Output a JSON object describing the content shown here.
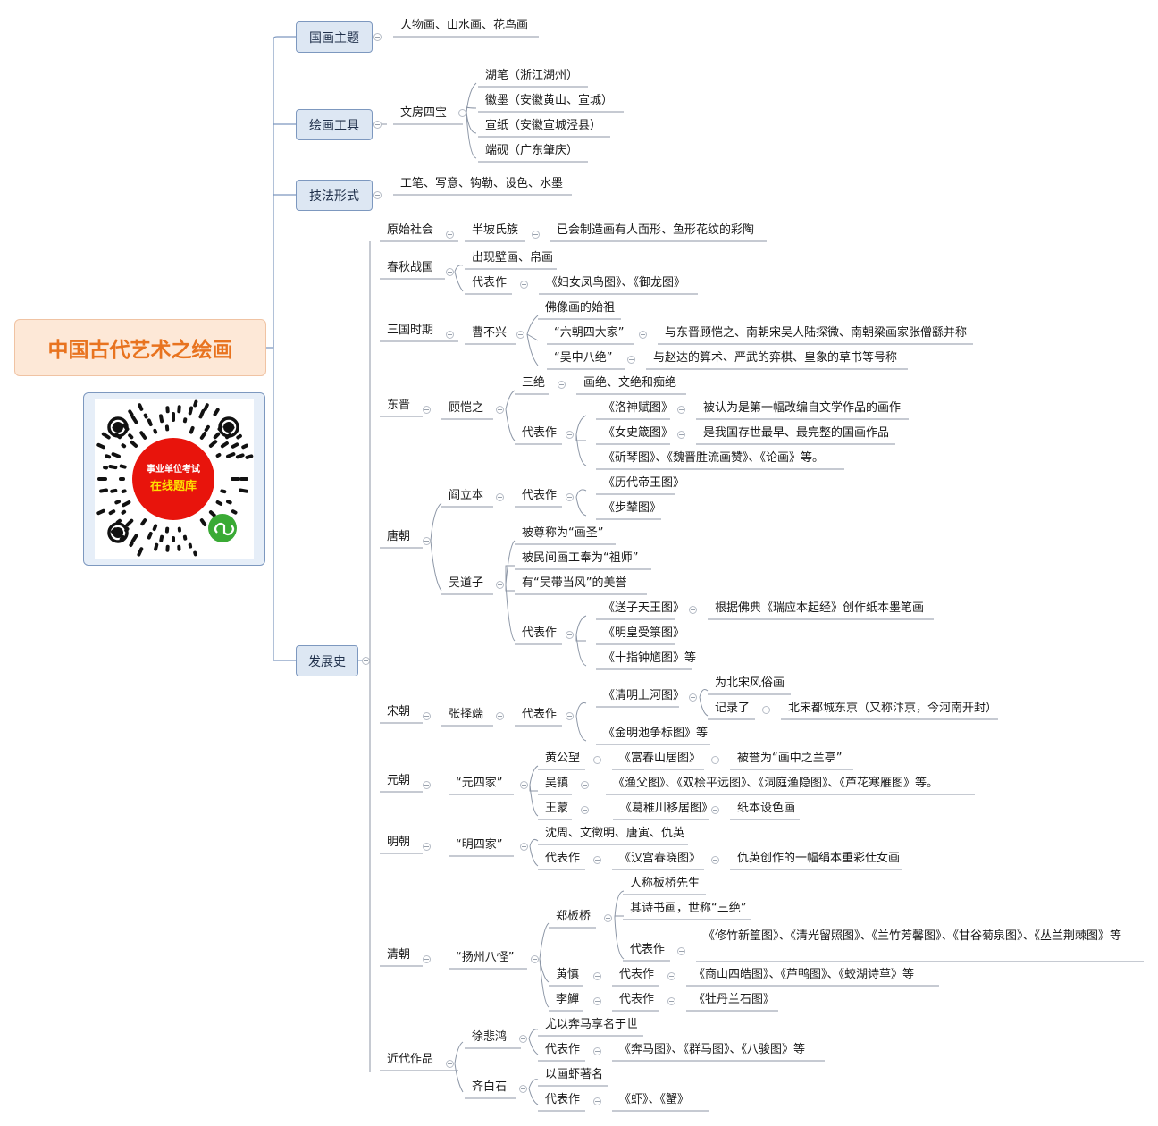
{
  "root": {
    "title": "中国古代艺术之绘画"
  },
  "qr": {
    "line1": "事业单位考试",
    "line2": "在线题库"
  },
  "sections": {
    "s1": "国画主题",
    "s1_a": "人物画、山水画、花鸟画",
    "s2": "绘画工具",
    "s2_a": "文房四宝",
    "s2_b1": "湖笔（浙江湖州）",
    "s2_b2": "徽墨（安徽黄山、宣城）",
    "s2_b3": "宣纸（安徽宣城泾县）",
    "s2_b4": "端砚（广东肇庆）",
    "s3": "技法形式",
    "s3_a": "工笔、写意、钩勒、设色、水墨",
    "s4": "发展史"
  },
  "hist": {
    "ys": "原始社会",
    "ys_a": "半坡氏族",
    "ys_b": "已会制造画有人面形、鱼形花纹的彩陶",
    "cq": "春秋战国",
    "cq_a": "出现壁画、帛画",
    "cq_b": "代表作",
    "cq_c": "《妇女凤鸟图》、《御龙图》",
    "sg": "三国时期",
    "sg_a": "曹不兴",
    "sg_b1": "佛像画的始祖",
    "sg_b2": "“六朝四大家”",
    "sg_c2": "与东晋顾恺之、南朝宋吴人陆探微、南朝梁画家张僧繇并称",
    "sg_b3": "“吴中八绝”",
    "sg_c3": "与赵达的算术、严武的弈棋、皇象的草书等号称",
    "dj": "东晋",
    "dj_a": "顾恺之",
    "dj_b1": "三绝",
    "dj_c1": "画绝、文绝和痴绝",
    "dj_b2": "代表作",
    "dj_c2": "《洛神赋图》",
    "dj_d2": "被认为是第一幅改编自文学作品的画作",
    "dj_c3": "《女史箴图》",
    "dj_d3": "是我国存世最早、最完整的国画作品",
    "dj_c4": "《斫琴图》、《魏晋胜流画赞》、《论画》等。",
    "tc": "唐朝",
    "tc_a1": "阎立本",
    "tc_b1": "代表作",
    "tc_c1": "《历代帝王图》",
    "tc_c2": "《步辇图》",
    "tc_a2": "吴道子",
    "tc_e1": "被尊称为“画圣”",
    "tc_e2": "被民间画工奉为“祖师”",
    "tc_e3": "有“吴带当风”的美誉",
    "tc_e4": "代表作",
    "tc_f1": "《送子天王图》",
    "tc_g1": "根据佛典《瑞应本起经》创作纸本墨笔画",
    "tc_f2": "《明皇受箓图》",
    "tc_f3": "《十指钟馗图》等",
    "sc": "宋朝",
    "sc_a": "张择端",
    "sc_b": "代表作",
    "sc_c1": "《清明上河图》",
    "sc_d1": "为北宋风俗画",
    "sc_d2": "记录了",
    "sc_e2": "北宋都城东京（又称汴京，今河南开封）",
    "sc_c2": "《金明池争标图》等",
    "yc": "元朝",
    "yc_a": "“元四家”",
    "yc_b1": "黄公望",
    "yc_c1": "《富春山居图》",
    "yc_d1": "被誉为“画中之兰亭”",
    "yc_b2": "吴镇",
    "yc_c2": "《渔父图》、《双桧平远图》、《洞庭渔隐图》、《芦花寒雁图》等。",
    "yc_b3": "王蒙",
    "yc_c3": "《葛稚川移居图》",
    "yc_d3": "纸本设色画",
    "mc": "明朝",
    "mc_a": "“明四家”",
    "mc_b1": "沈周、文徵明、唐寅、仇英",
    "mc_b2": "代表作",
    "mc_c2": "《汉宫春晓图》",
    "mc_d2": "仇英创作的一幅绢本重彩仕女画",
    "qc": "清朝",
    "qc_a": "“扬州八怪”",
    "qc_b1": "郑板桥",
    "qc_c1": "人称板桥先生",
    "qc_c2": "其诗书画，世称“三绝”",
    "qc_c3": "代表作",
    "qc_d3": "《修竹新篁图》、《清光留照图》、《兰竹芳馨图》、《甘谷菊泉图》、《丛兰荆棘图》等",
    "qc_b2": "黄慎",
    "qc_c4": "代表作",
    "qc_d4": "《商山四皓图》、《芦鸭图》、《蛟湖诗草》等",
    "qc_b3": "李鱓",
    "qc_c5": "代表作",
    "qc_d5": "《牡丹兰石图》",
    "jd": "近代作品",
    "jd_a1": "徐悲鸿",
    "jd_b1": "尤以奔马享名于世",
    "jd_b2": "代表作",
    "jd_c2": "《奔马图》、《群马图》、《八骏图》等",
    "jd_a2": "齐白石",
    "jd_b3": "以画虾著名",
    "jd_b4": "代表作",
    "jd_c4": "《虾》、《蟹》"
  },
  "colors": {
    "line": "#7d98bf",
    "subline": "#8c96a6",
    "root_fill": "#fde8d7",
    "root_text": "#e8731f",
    "topic_fill": "#dde7f3",
    "qr_red": "#e8140c"
  }
}
